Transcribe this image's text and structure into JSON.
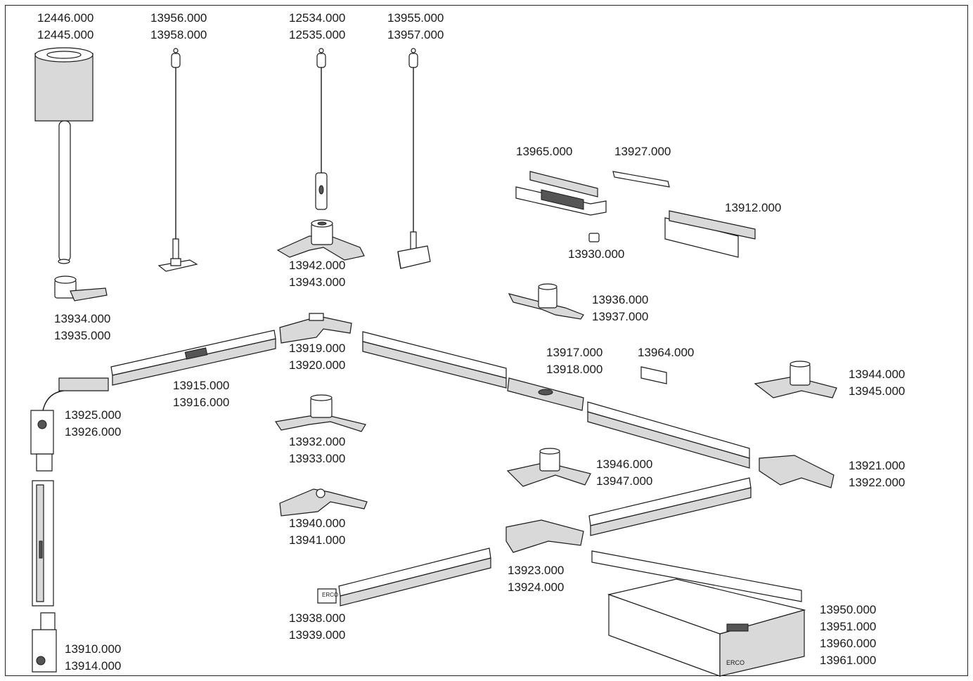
{
  "labels": [
    {
      "id": "l-12446",
      "codes": [
        "12446.000",
        "12445.000"
      ]
    },
    {
      "id": "l-13956",
      "codes": [
        "13956.000",
        "13958.000"
      ]
    },
    {
      "id": "l-12534",
      "codes": [
        "12534.000",
        "12535.000"
      ]
    },
    {
      "id": "l-13955",
      "codes": [
        "13955.000",
        "13957.000"
      ]
    },
    {
      "id": "l-13965",
      "codes": [
        "13965.000"
      ]
    },
    {
      "id": "l-13927",
      "codes": [
        "13927.000"
      ]
    },
    {
      "id": "l-13912",
      "codes": [
        "13912.000"
      ]
    },
    {
      "id": "l-13930",
      "codes": [
        "13930.000"
      ]
    },
    {
      "id": "l-13942",
      "codes": [
        "13942.000",
        "13943.000"
      ]
    },
    {
      "id": "l-13934",
      "codes": [
        "13934.000",
        "13935.000"
      ]
    },
    {
      "id": "l-13936",
      "codes": [
        "13936.000",
        "13937.000"
      ]
    },
    {
      "id": "l-13919",
      "codes": [
        "13919.000",
        "13920.000"
      ]
    },
    {
      "id": "l-13917",
      "codes": [
        "13917.000",
        "13918.000"
      ]
    },
    {
      "id": "l-13964",
      "codes": [
        "13964.000"
      ]
    },
    {
      "id": "l-13915",
      "codes": [
        "13915.000",
        "13916.000"
      ]
    },
    {
      "id": "l-13944",
      "codes": [
        "13944.000",
        "13945.000"
      ]
    },
    {
      "id": "l-13925",
      "codes": [
        "13925.000",
        "13926.000"
      ]
    },
    {
      "id": "l-13932",
      "codes": [
        "13932.000",
        "13933.000"
      ]
    },
    {
      "id": "l-13946",
      "codes": [
        "13946.000",
        "13947.000"
      ]
    },
    {
      "id": "l-13921",
      "codes": [
        "13921.000",
        "13922.000"
      ]
    },
    {
      "id": "l-13940",
      "codes": [
        "13940.000",
        "13941.000"
      ]
    },
    {
      "id": "l-13923",
      "codes": [
        "13923.000",
        "13924.000"
      ]
    },
    {
      "id": "l-13950",
      "codes": [
        "13950.000",
        "13951.000",
        "13960.000",
        "13961.000"
      ]
    },
    {
      "id": "l-13938",
      "codes": [
        "13938.000",
        "13939.000"
      ]
    },
    {
      "id": "l-13910",
      "codes": [
        "13910.000",
        "13914.000"
      ]
    }
  ],
  "logo_text": "ERCO"
}
